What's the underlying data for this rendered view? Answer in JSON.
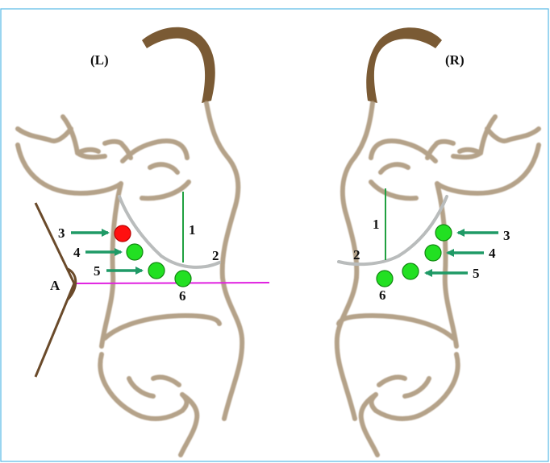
{
  "side_labels": {
    "left": "(L)",
    "right": "(R)"
  },
  "markers": {
    "vertical_line": "1",
    "rib_curve": "2",
    "point_3": "3",
    "point_4": "4",
    "point_5": "5",
    "point_6": "6",
    "angle": "A"
  },
  "colors": {
    "frame": "#57b9e6",
    "body_outline": "#a89274",
    "hair": "#7a5a34",
    "rib_curve": "#b9bcbc",
    "arrow": "#1f9a66",
    "vertical_line": "#20a040",
    "dot_green": "#22e022",
    "dot_red": "#ff1010",
    "reference_line": "#e020e0",
    "angle_lines": "#6a4a2a"
  },
  "point_states": {
    "left": {
      "3": "red",
      "4": "green",
      "5": "green",
      "6": "green"
    },
    "right": {
      "3": "green",
      "4": "green",
      "5": "green",
      "6": "green"
    }
  }
}
